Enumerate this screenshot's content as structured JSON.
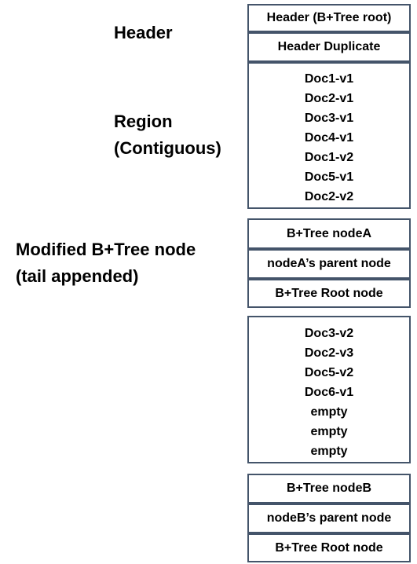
{
  "labels": {
    "header": "Header",
    "region_line1": "Region",
    "region_line2": "(Contiguous)",
    "modified_line1": "Modified B+Tree node",
    "modified_line2": "(tail appended)"
  },
  "header_block": {
    "root": "Header (B+Tree root)",
    "duplicate": "Header Duplicate"
  },
  "region1": [
    "Doc1-v1",
    "Doc2-v1",
    "Doc3-v1",
    "Doc4-v1",
    "Doc1-v2",
    "Doc5-v1",
    "Doc2-v2"
  ],
  "btree_group1": {
    "node": "B+Tree nodeA",
    "parent": "nodeA’s parent node",
    "root": "B+Tree Root node"
  },
  "region2": [
    "Doc3-v2",
    "Doc2-v3",
    "Doc5-v2",
    "Doc6-v1",
    "empty",
    "empty",
    "empty"
  ],
  "btree_group2": {
    "node": "B+Tree nodeB",
    "parent": "nodeB’s parent node",
    "root": "B+Tree Root node"
  },
  "colors": {
    "border": "#44546a",
    "text": "#000000",
    "background": "#ffffff"
  }
}
